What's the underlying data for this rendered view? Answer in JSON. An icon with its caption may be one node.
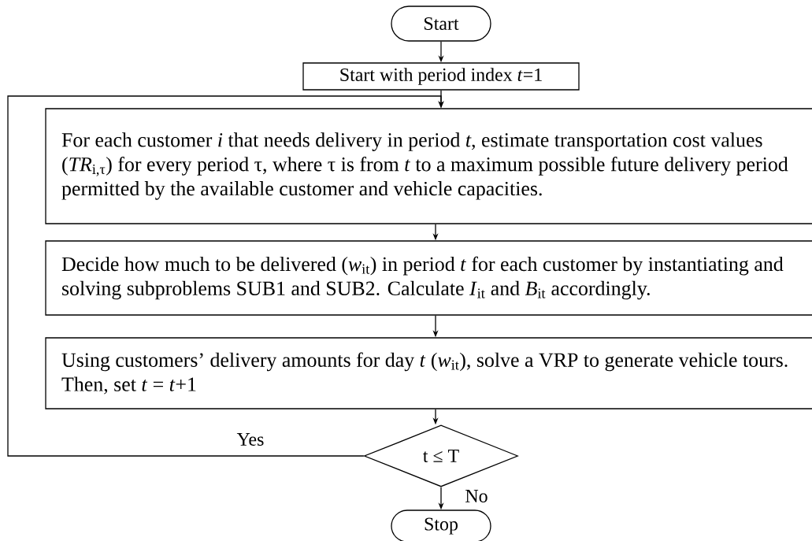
{
  "diagram": {
    "nodes": [
      {
        "text": [
          "Start"
        ]
      },
      {
        "text": [
          "Start with period index *t*=1"
        ]
      },
      {
        "text": [
          "For each customer *i* that needs delivery in period *t*, estimate transportation cost values (*TR*$_{i,τ}$) for every period τ, where τ is from *t* to a maximum possible future delivery period permitted by the available customer and vehicle capacities."
        ]
      },
      {
        "text": [
          "Decide how much to be delivered (*w*$_{it}$) in period *t* for each customer by instantiating and solving subproblems SUB1 and SUB2. Calculate *I*$_{it}$ and *B*$_{it}$ accordingly."
        ]
      },
      {
        "text": [
          "Using customers’ delivery amounts for day *t* (*w*$_{it}$), solve a VRP to generate vehicle tours. Then, set *t* = *t*+1"
        ]
      },
      {
        "text": [
          "t ≤ T"
        ]
      },
      {
        "text": [
          "Stop"
        ]
      }
    ],
    "edges": [
      {
        "from": 0,
        "to": 1,
        "arrow": "to"
      },
      {
        "from": 1,
        "to": 2,
        "arrow": "to"
      },
      {
        "from": 2,
        "to": 3,
        "arrow": "to"
      },
      {
        "from": 3,
        "to": 4,
        "arrow": "to"
      },
      {
        "from": 4,
        "to": 5,
        "arrow": "to"
      },
      {
        "from": 5,
        "to": 2,
        "arrow": "to",
        "label": "Yes"
      },
      {
        "from": 5,
        "to": 6,
        "arrow": "to",
        "label": "No"
      }
    ]
  }
}
